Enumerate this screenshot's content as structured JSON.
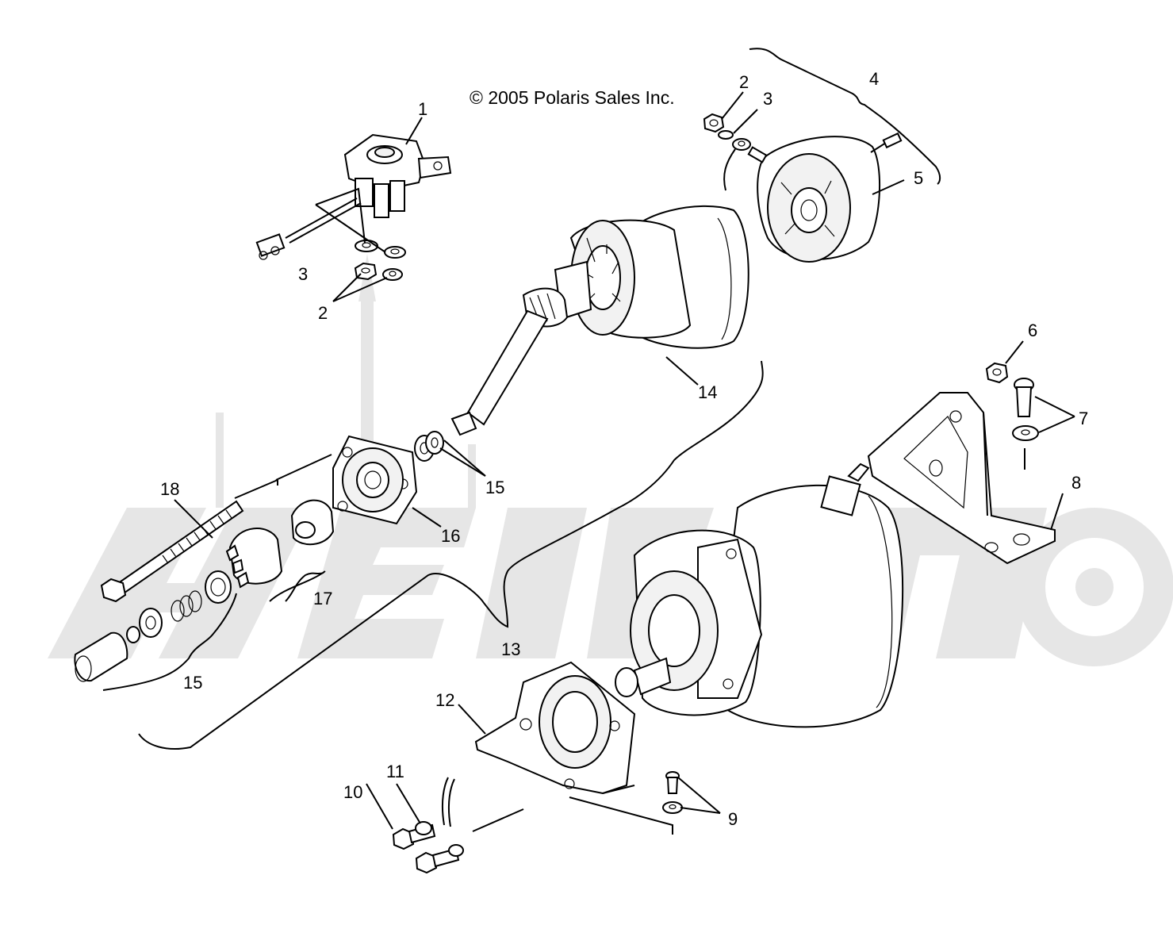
{
  "copyright": "© 2005 Polaris Sales Inc.",
  "callouts": [
    {
      "id": "c1",
      "text": "1"
    },
    {
      "id": "c2a",
      "text": "2"
    },
    {
      "id": "c3a",
      "text": "3"
    },
    {
      "id": "c4",
      "text": "4"
    },
    {
      "id": "c3b",
      "text": "3"
    },
    {
      "id": "c2b",
      "text": "2"
    },
    {
      "id": "c5",
      "text": "5"
    },
    {
      "id": "c6",
      "text": "6"
    },
    {
      "id": "c7",
      "text": "7"
    },
    {
      "id": "c8",
      "text": "8"
    },
    {
      "id": "c14",
      "text": "14"
    },
    {
      "id": "c15a",
      "text": "15"
    },
    {
      "id": "c16",
      "text": "16"
    },
    {
      "id": "c18",
      "text": "18"
    },
    {
      "id": "c17",
      "text": "17"
    },
    {
      "id": "c13",
      "text": "13"
    },
    {
      "id": "c15b",
      "text": "15"
    },
    {
      "id": "c12",
      "text": "12"
    },
    {
      "id": "c9",
      "text": "9"
    },
    {
      "id": "c10",
      "text": "10"
    },
    {
      "id": "c11",
      "text": "11"
    }
  ]
}
